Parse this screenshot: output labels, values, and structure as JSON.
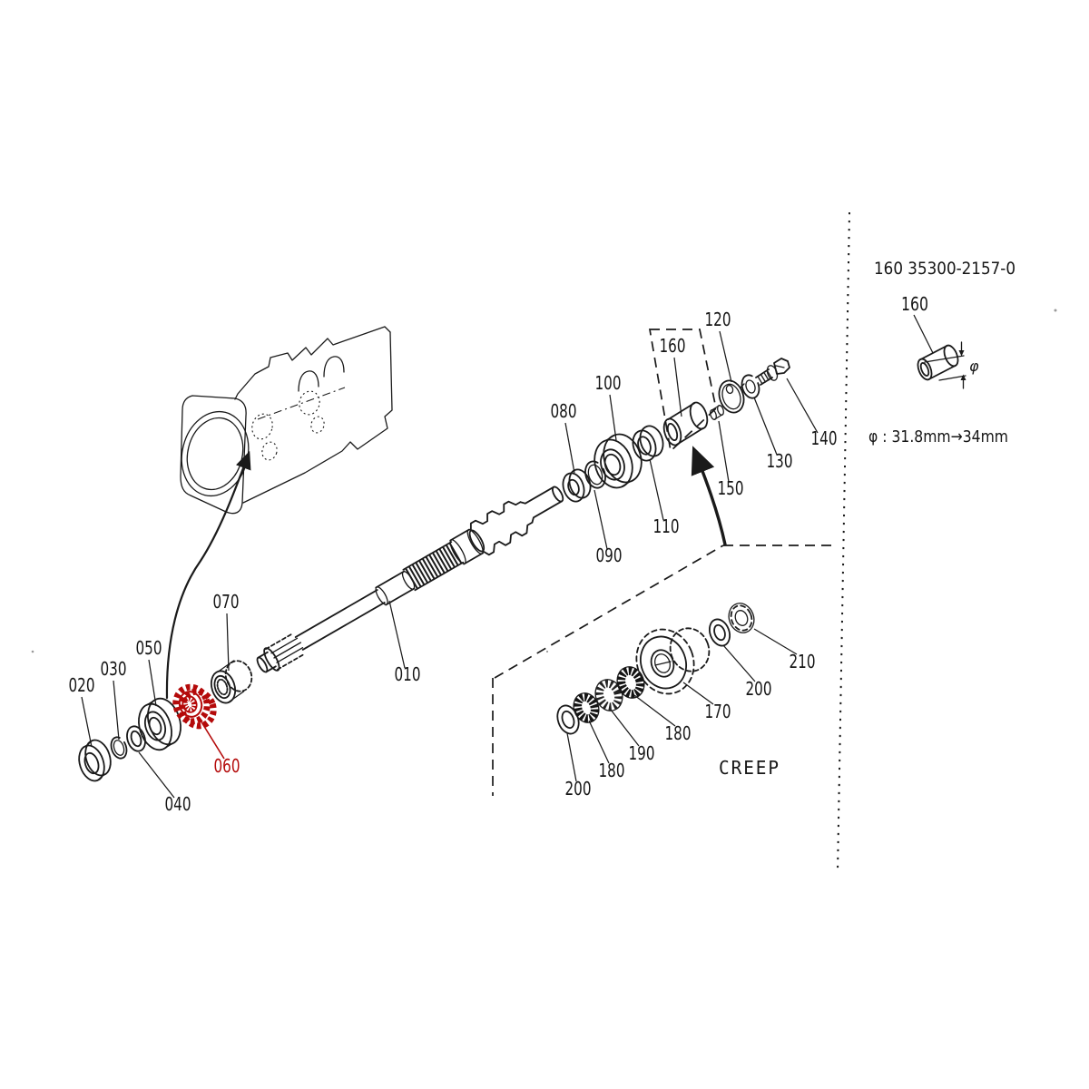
{
  "diagram": {
    "kind": "exploded-parts-diagram",
    "line_color": "#1a1a1a",
    "highlight_color": "#b40a0a",
    "background": "#ffffff"
  },
  "callouts": {
    "c010": "010",
    "c020": "020",
    "c030": "030",
    "c040": "040",
    "c050": "050",
    "c060": "060",
    "c070": "070",
    "c080": "080",
    "c090": "090",
    "c100": "100",
    "c110": "110",
    "c120": "120",
    "c130": "130",
    "c140": "140",
    "c150": "150",
    "c160": "160"
  },
  "inset": {
    "caption": "CREEP",
    "c170": "170",
    "c180_left": "180",
    "c180_right": "180",
    "c190": "190",
    "c200_left": "200",
    "c200_right": "200",
    "c210": "210"
  },
  "reference_panel": {
    "heading": "160  35300-2157-0",
    "callout_160": "160",
    "diameter_symbol": "φ",
    "diameter_note": "φ : 31.8mm→34mm"
  }
}
